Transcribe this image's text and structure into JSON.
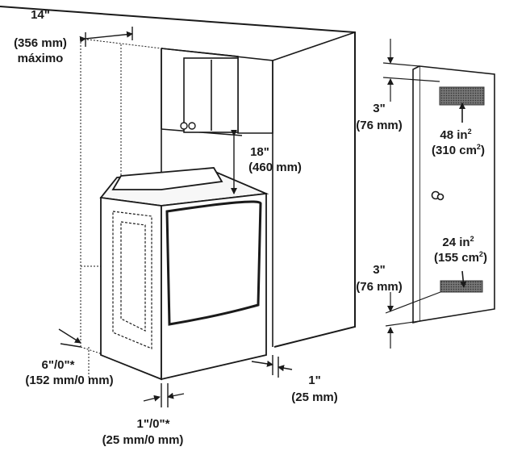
{
  "top_clearance": {
    "inches": "14\"",
    "mm": "(356 mm)",
    "note": "máximo"
  },
  "cabinet_gap": {
    "inches": "18\"",
    "mm": "(460 mm)"
  },
  "side_clearance": {
    "inches": "6\"/0\"*",
    "mm": "(152 mm/0 mm)"
  },
  "rear_clearance": {
    "inches": "1\"",
    "mm": "(25 mm)"
  },
  "front_clearance": {
    "inches": "1\"/0\"*",
    "mm": "(25 mm/0 mm)"
  },
  "door_top_spacing": {
    "inches": "3\"",
    "mm": "(76 mm)"
  },
  "door_bottom_spacing": {
    "inches": "3\"",
    "mm": "(76 mm)"
  },
  "top_vent_area": {
    "value": "48 in",
    "sup": "2",
    "metric": "(310 cm",
    "metric_sup": "2",
    "close": ")"
  },
  "bottom_vent_area": {
    "value": "24 in",
    "sup": "2",
    "metric": "(155 cm",
    "metric_sup": "2",
    "close": ")"
  },
  "colors": {
    "line": "#1a1a1a",
    "vent": "#555555"
  }
}
